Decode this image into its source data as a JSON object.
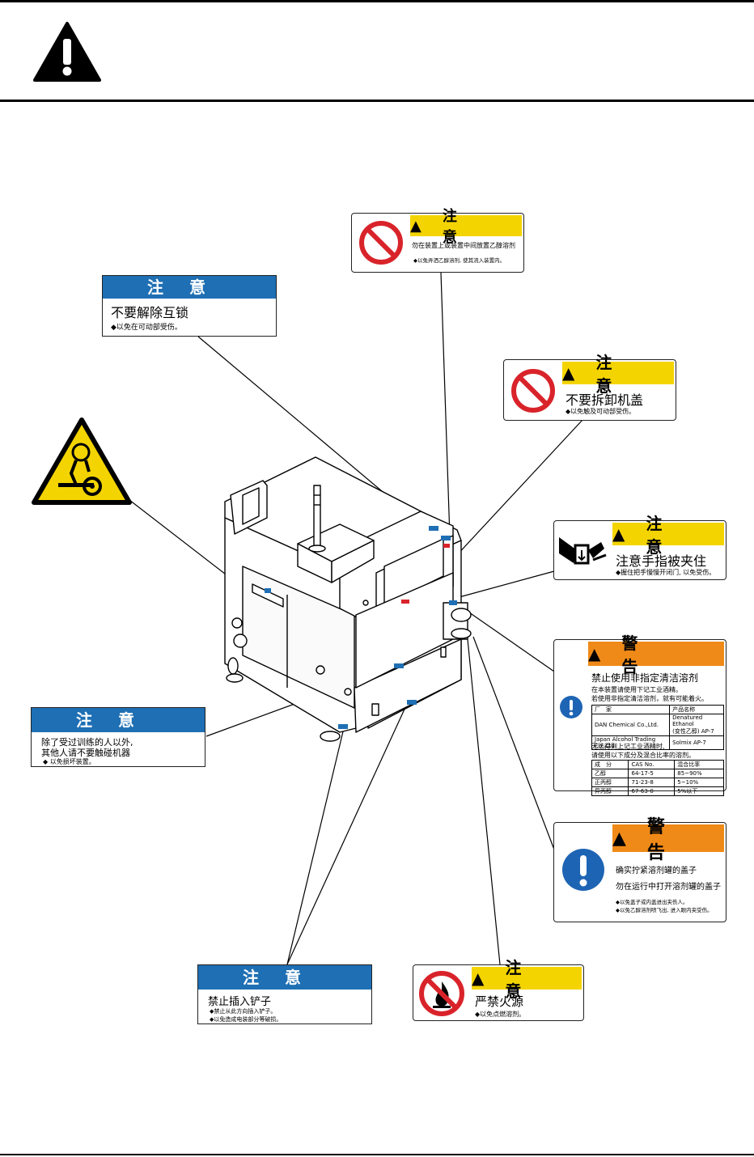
{
  "colors": {
    "caution_blue": "#1e6fb4",
    "caution_yellow": "#f4d400",
    "warning_orange": "#ef8a18",
    "prohibit_red": "#d9232a",
    "mandatory_blue": "#1e64b4"
  },
  "icons": {
    "header": "warning-triangle-icon",
    "hazard": "entanglement-hazard-icon"
  },
  "labels": {
    "no_alcohol": {
      "title": "注　意",
      "main": "勿在装置上或装置中间放置乙醇溶剂",
      "note": "◆以免弄洒乙醇溶剂, 使其流入装置内。"
    },
    "no_interlock": {
      "title": "注意",
      "main": "不要解除互锁",
      "note": "◆以免在可动部受伤。"
    },
    "no_cover": {
      "title": "注　意",
      "main": "不要拆卸机盖",
      "note": "◆以免触及可动部受伤。"
    },
    "pinch": {
      "title": "注　意",
      "main": "注意手指被夹住",
      "note": "◆握住把手慢慢开闭门, 以免受伤。"
    },
    "solvent": {
      "title": "警　告",
      "main": "禁止使用非指定清洁溶剂",
      "line1": "在本装置请使用下记工业酒精。",
      "line2": "若使用非指定清洁溶剂，就有可能着火。",
      "table1_headers": [
        "厂　家",
        "产品名称"
      ],
      "table1_rows": [
        [
          "DAN Chemical Co.,Ltd.",
          "Denatured Ethanol\n(变性乙醇) AP-7"
        ],
        [
          "Japan Alcohol Trading Co.,Ltd.",
          "Solmix AP-7"
        ]
      ],
      "line3": "无法得到上记工业酒精时,",
      "line4": "请使用以下成分及混合比率的溶剂。",
      "table2_headers": [
        "成　分",
        "CAS No.",
        "混合比率"
      ],
      "table2_rows": [
        [
          "乙醇",
          "64-17-5",
          "85~90%"
        ],
        [
          "正丙醇",
          "71-23-8",
          "5~10%"
        ],
        [
          "异丙醇",
          "67-63-0",
          "5%以下"
        ]
      ]
    },
    "lid": {
      "title": "警　告",
      "main1": "确实拧紧溶剂罐的盖子",
      "main2": "勿在运行中打开溶剂罐的盖子",
      "note1": "◆以免盖子或内盖进出夹伤人。",
      "note2": "◆以免乙醇溶剂喷飞出, 进入眼内夹受伤。"
    },
    "trained": {
      "title": "注意",
      "main1": "除了受过训练的人以外,",
      "main2": "其他人请不要触碰机器",
      "note": "◆ 以免损坏装置。"
    },
    "scraper": {
      "title": "注意",
      "main": "禁止插入铲子",
      "note1": "◆禁止从此方向插入铲子。",
      "note2": "◆以免造成电装部分等破损。"
    },
    "fire": {
      "title": "注　意",
      "main": "严禁火源",
      "note": "◆以免点燃溶剂。"
    }
  }
}
